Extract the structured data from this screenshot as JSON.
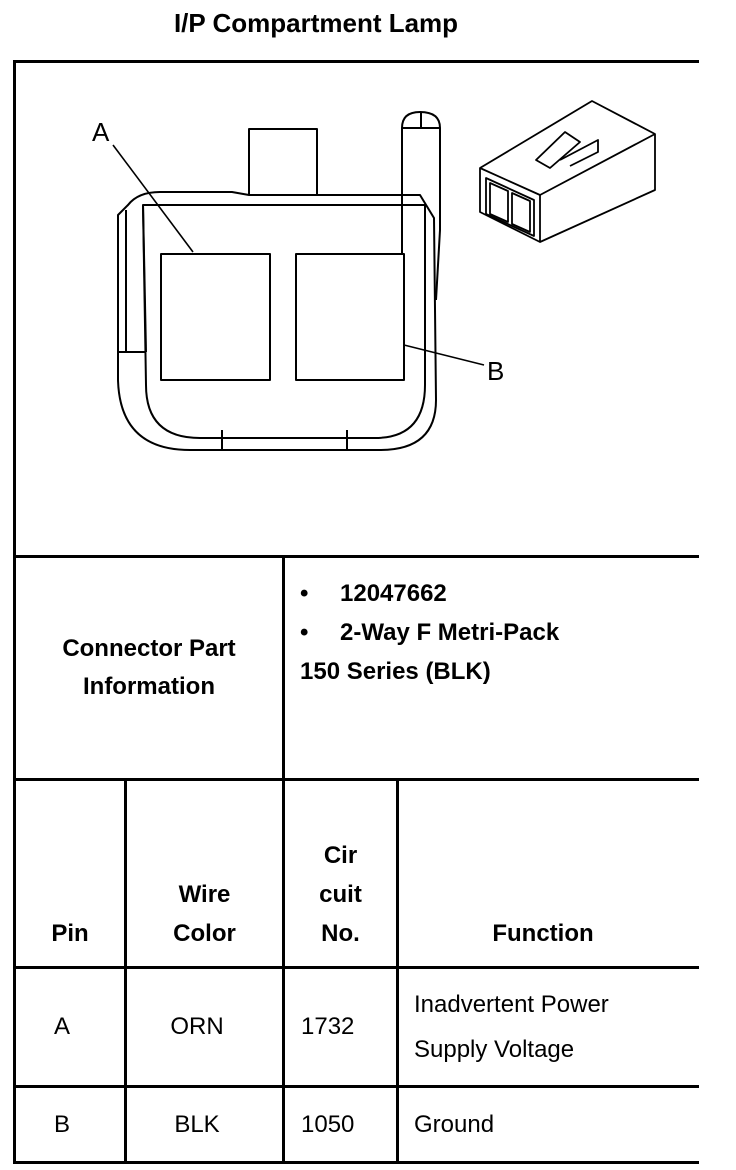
{
  "title": "I/P Compartment Lamp",
  "diagram": {
    "pin_a_label": "A",
    "pin_b_label": "B"
  },
  "connector_info": {
    "label_line1": "Connector Part",
    "label_line2": "Information",
    "bullet": "•",
    "part_number": "12047662",
    "description": "2-Way F Metri-Pack",
    "series": "150 Series (BLK)"
  },
  "table": {
    "headers": {
      "pin": "Pin",
      "wire_color_1": "Wire",
      "wire_color_2": "Color",
      "circuit_1": "Cir",
      "circuit_2": "cuit",
      "circuit_3": "No.",
      "function": "Function"
    },
    "rows": [
      {
        "pin": "A",
        "wire_color": "ORN",
        "circuit": "1732",
        "function_1": "Inadvertent Power",
        "function_2": "Supply Voltage"
      },
      {
        "pin": "B",
        "wire_color": "BLK",
        "circuit": "1050",
        "function_1": "Ground",
        "function_2": ""
      }
    ]
  }
}
